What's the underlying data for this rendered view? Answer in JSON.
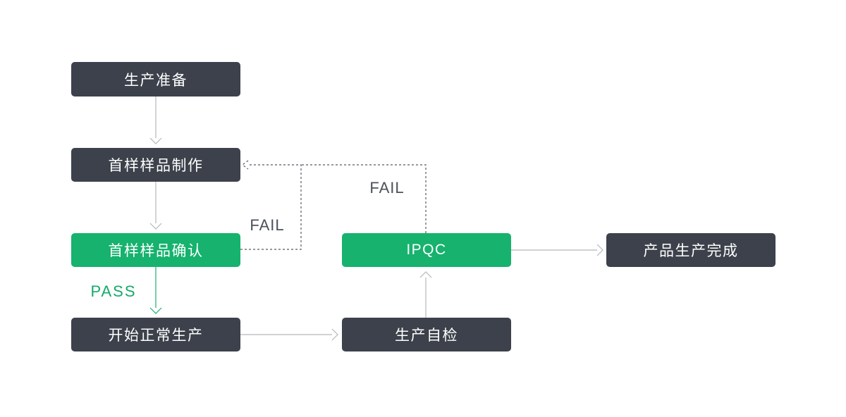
{
  "diagram": {
    "type": "flowchart",
    "title": "Production first-article inspection process"
  },
  "colors": {
    "node_dark": "#3c414b",
    "node_green": "#16b26e",
    "node_text": "#ffffff",
    "arrow_gray": "#b4b7bb",
    "arrow_green": "#16b26e",
    "dashed_gray": "#565b64",
    "fail_text": "#4c515a",
    "pass_text": "#16a96b",
    "canvas_bg": "#ffffff"
  },
  "nodes": [
    {
      "id": "prep",
      "label": "生产准备",
      "style": "dark"
    },
    {
      "id": "make",
      "label": "首样样品制作",
      "style": "dark"
    },
    {
      "id": "confirm",
      "label": "首样样品确认",
      "style": "green"
    },
    {
      "id": "normal",
      "label": "开始正常生产",
      "style": "dark"
    },
    {
      "id": "selfcheck",
      "label": "生产自检",
      "style": "dark"
    },
    {
      "id": "ipqc",
      "label": "IPQC",
      "style": "green"
    },
    {
      "id": "complete",
      "label": "产品生产完成",
      "style": "dark"
    }
  ],
  "edges": [
    {
      "from": "prep",
      "to": "make",
      "style": "solid-gray",
      "label": ""
    },
    {
      "from": "make",
      "to": "confirm",
      "style": "solid-gray",
      "label": ""
    },
    {
      "from": "confirm",
      "to": "normal",
      "style": "solid-green",
      "label": "PASS"
    },
    {
      "from": "normal",
      "to": "selfcheck",
      "style": "solid-gray",
      "label": ""
    },
    {
      "from": "selfcheck",
      "to": "ipqc",
      "style": "solid-gray",
      "label": ""
    },
    {
      "from": "ipqc",
      "to": "complete",
      "style": "solid-gray",
      "label": ""
    },
    {
      "from": "confirm",
      "to": "make",
      "style": "dashed-gray",
      "label": "FAIL"
    },
    {
      "from": "ipqc",
      "to": "make",
      "style": "dashed-gray",
      "label": "FAIL"
    }
  ],
  "edge_labels": [
    {
      "id": "pass",
      "text": "PASS",
      "color": "green"
    },
    {
      "id": "fail-1",
      "text": "FAIL",
      "color": "gray"
    },
    {
      "id": "fail-2",
      "text": "FAIL",
      "color": "gray"
    }
  ]
}
